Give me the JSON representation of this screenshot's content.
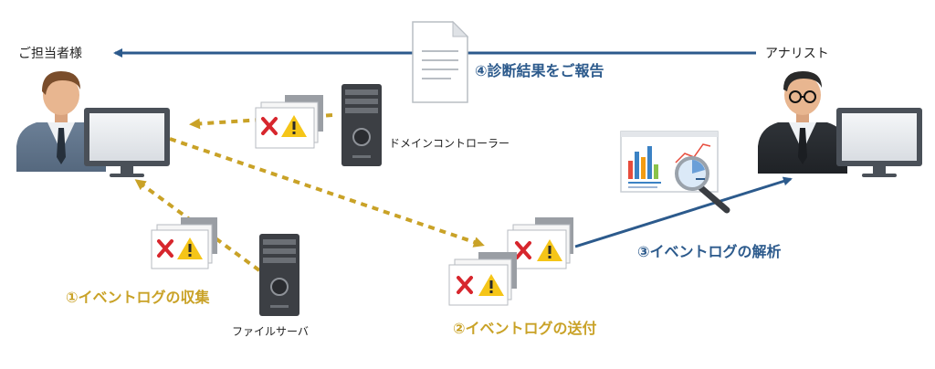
{
  "labels": {
    "customer": "ご担当者様",
    "analyst": "アナリスト",
    "domain_controller": "ドメインコントローラー",
    "file_server": "ファイルサーバ"
  },
  "steps": {
    "collect": "①イベントログの収集",
    "send": "②イベントログの送付",
    "analyze": "③イベントログの解析",
    "report": "④診断結果をご報告"
  },
  "colors": {
    "blue_flow": "#2c5a8c",
    "gold_flow": "#c9a227",
    "error_x": "#d7262d",
    "warning": "#f5c518",
    "monitor": "#4a5058",
    "server": "#3c3f44"
  },
  "icons": [
    "person-icon",
    "monitor-icon",
    "server-icon",
    "error-icon",
    "warning-icon",
    "document-icon",
    "magnifier-icon",
    "chart-icon"
  ]
}
